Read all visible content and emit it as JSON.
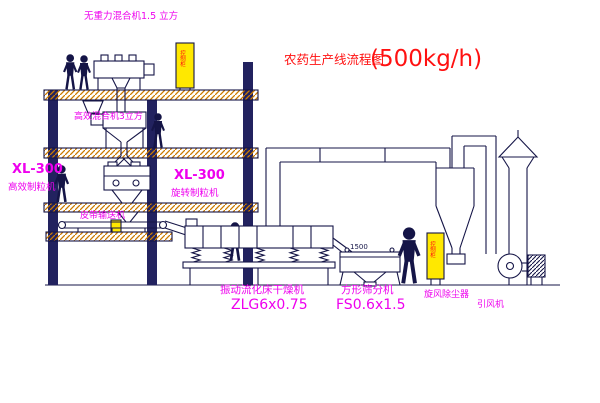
{
  "diagram": {
    "title": "农药生产线流程图",
    "capacity": "(500kg/h)"
  },
  "labels": {
    "gravity_mixer": "无重力混合机1.5 立方",
    "mixer_3m3": "高效混合机3立方",
    "granulator_left_model": "XL-300",
    "granulator_left_name": "高效制粒机",
    "granulator_right_model": "XL-300",
    "granulator_right_name": "旋转制粒机",
    "belt_conveyor": "皮带输送机",
    "dryer_name": "振动流化床干燥机",
    "dryer_model": "ZLG6x0.75",
    "sieve_name": "方形筛分机",
    "sieve_model": "FS0.6x1.5",
    "sieve_dim": "1500",
    "cyclone_name": "旋风除尘器",
    "fan_name": "引风机",
    "control_panel": "控制柜"
  },
  "colors": {
    "line": "#151547",
    "label_magenta": "#ee00ee",
    "title_red": "#ff1111",
    "panel_yellow": "#ffe800",
    "hatch_orange": "#cc7a00"
  }
}
